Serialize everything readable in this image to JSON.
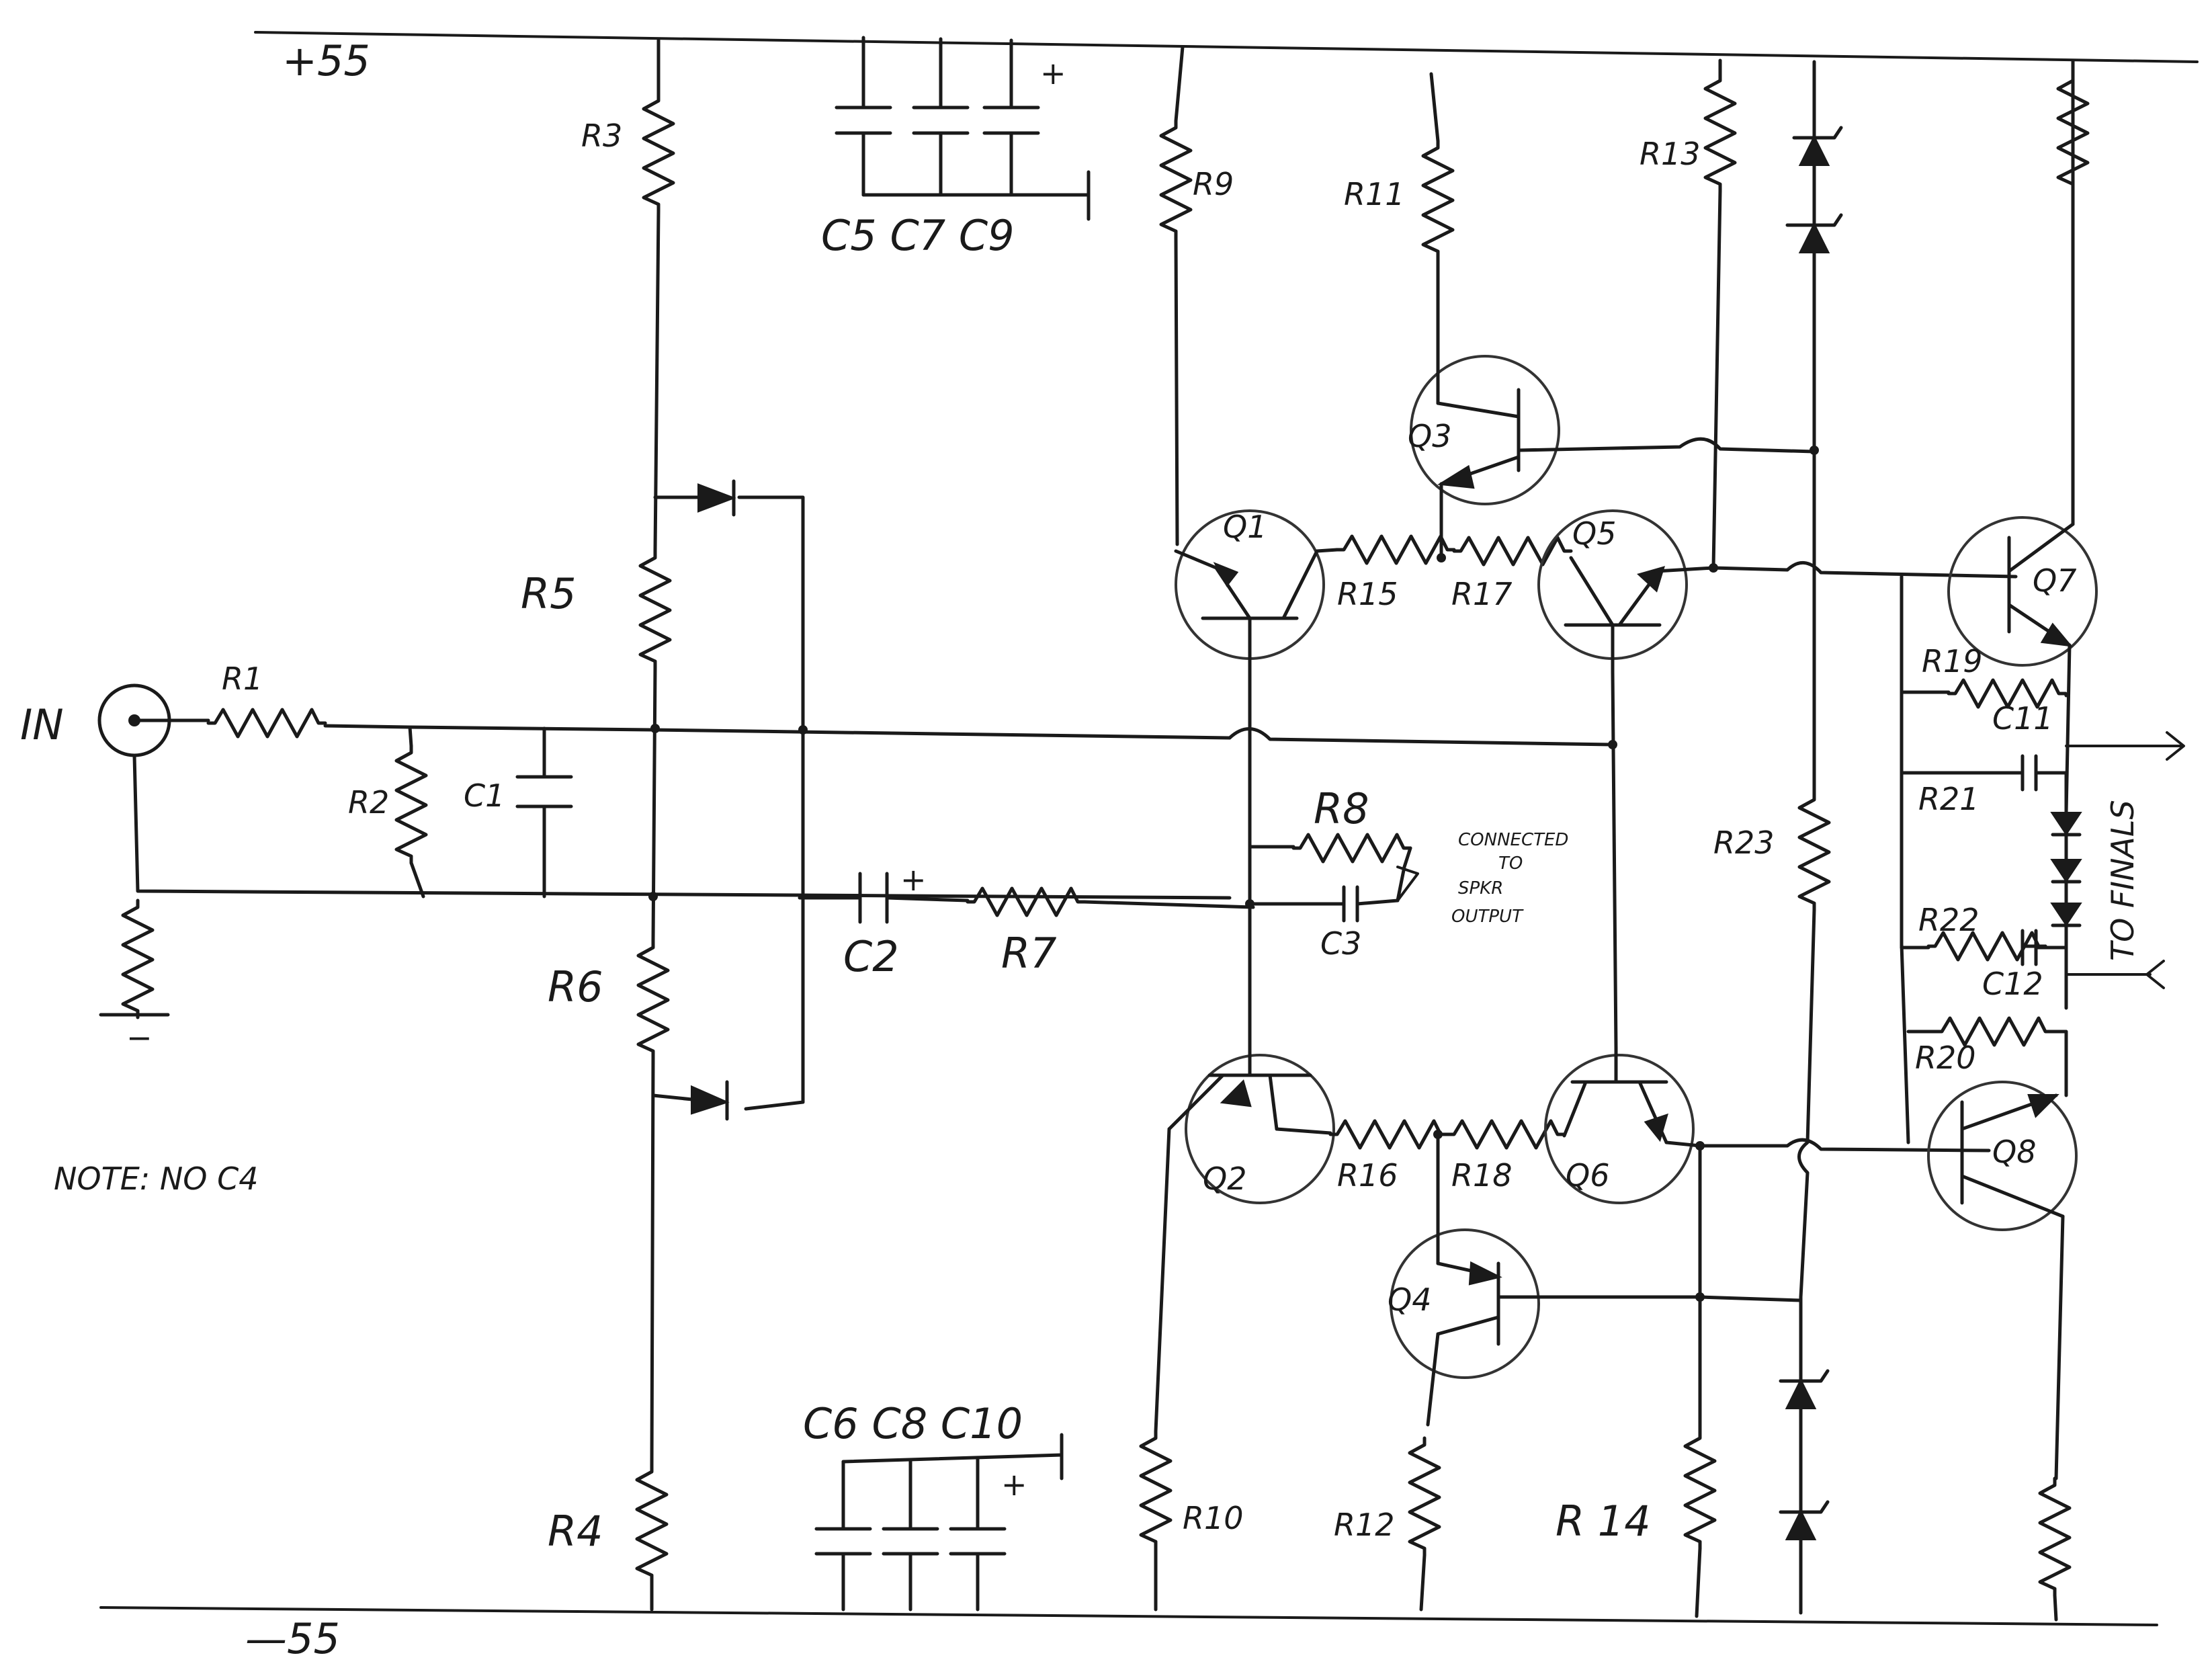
{
  "rails": {
    "pos": "+55",
    "neg": "—55"
  },
  "input": {
    "label": "IN"
  },
  "note": "NOTE: NO C4",
  "annotations": {
    "speaker_line1": "CONNECTED",
    "speaker_line2": "TO",
    "speaker_line3": "SPKR",
    "speaker_line4": "OUTPUT",
    "finals": "TO FINALS"
  },
  "capacitor_groups": {
    "top": "C5 C7 C9",
    "bottom": "C6 C8 C10"
  },
  "resistors": {
    "r1": "R1",
    "r2": "R2",
    "r3": "R3",
    "r4": "R4",
    "r5": "R5",
    "r6": "R6",
    "r7": "R7",
    "r8": "R8",
    "r9": "R9",
    "r10": "R10",
    "r11": "R11",
    "r12": "R12",
    "r13": "R13",
    "r14": "R 14",
    "r15": "R15",
    "r16": "R16",
    "r17": "R17",
    "r18": "R18",
    "r19": "R19",
    "r20": "R20",
    "r21": "R21",
    "r22": "R22",
    "r23": "R23"
  },
  "capacitors": {
    "c1": "C1",
    "c2": "C2",
    "c3": "C3",
    "c11": "C11",
    "c12": "C12"
  },
  "transistors": {
    "q1": "Q1",
    "q2": "Q2",
    "q3": "Q3",
    "q4": "Q4",
    "q5": "Q5",
    "q6": "Q6",
    "q7": "Q7",
    "q8": "Q8"
  },
  "polarity": {
    "plus": "+",
    "minus": "−"
  }
}
